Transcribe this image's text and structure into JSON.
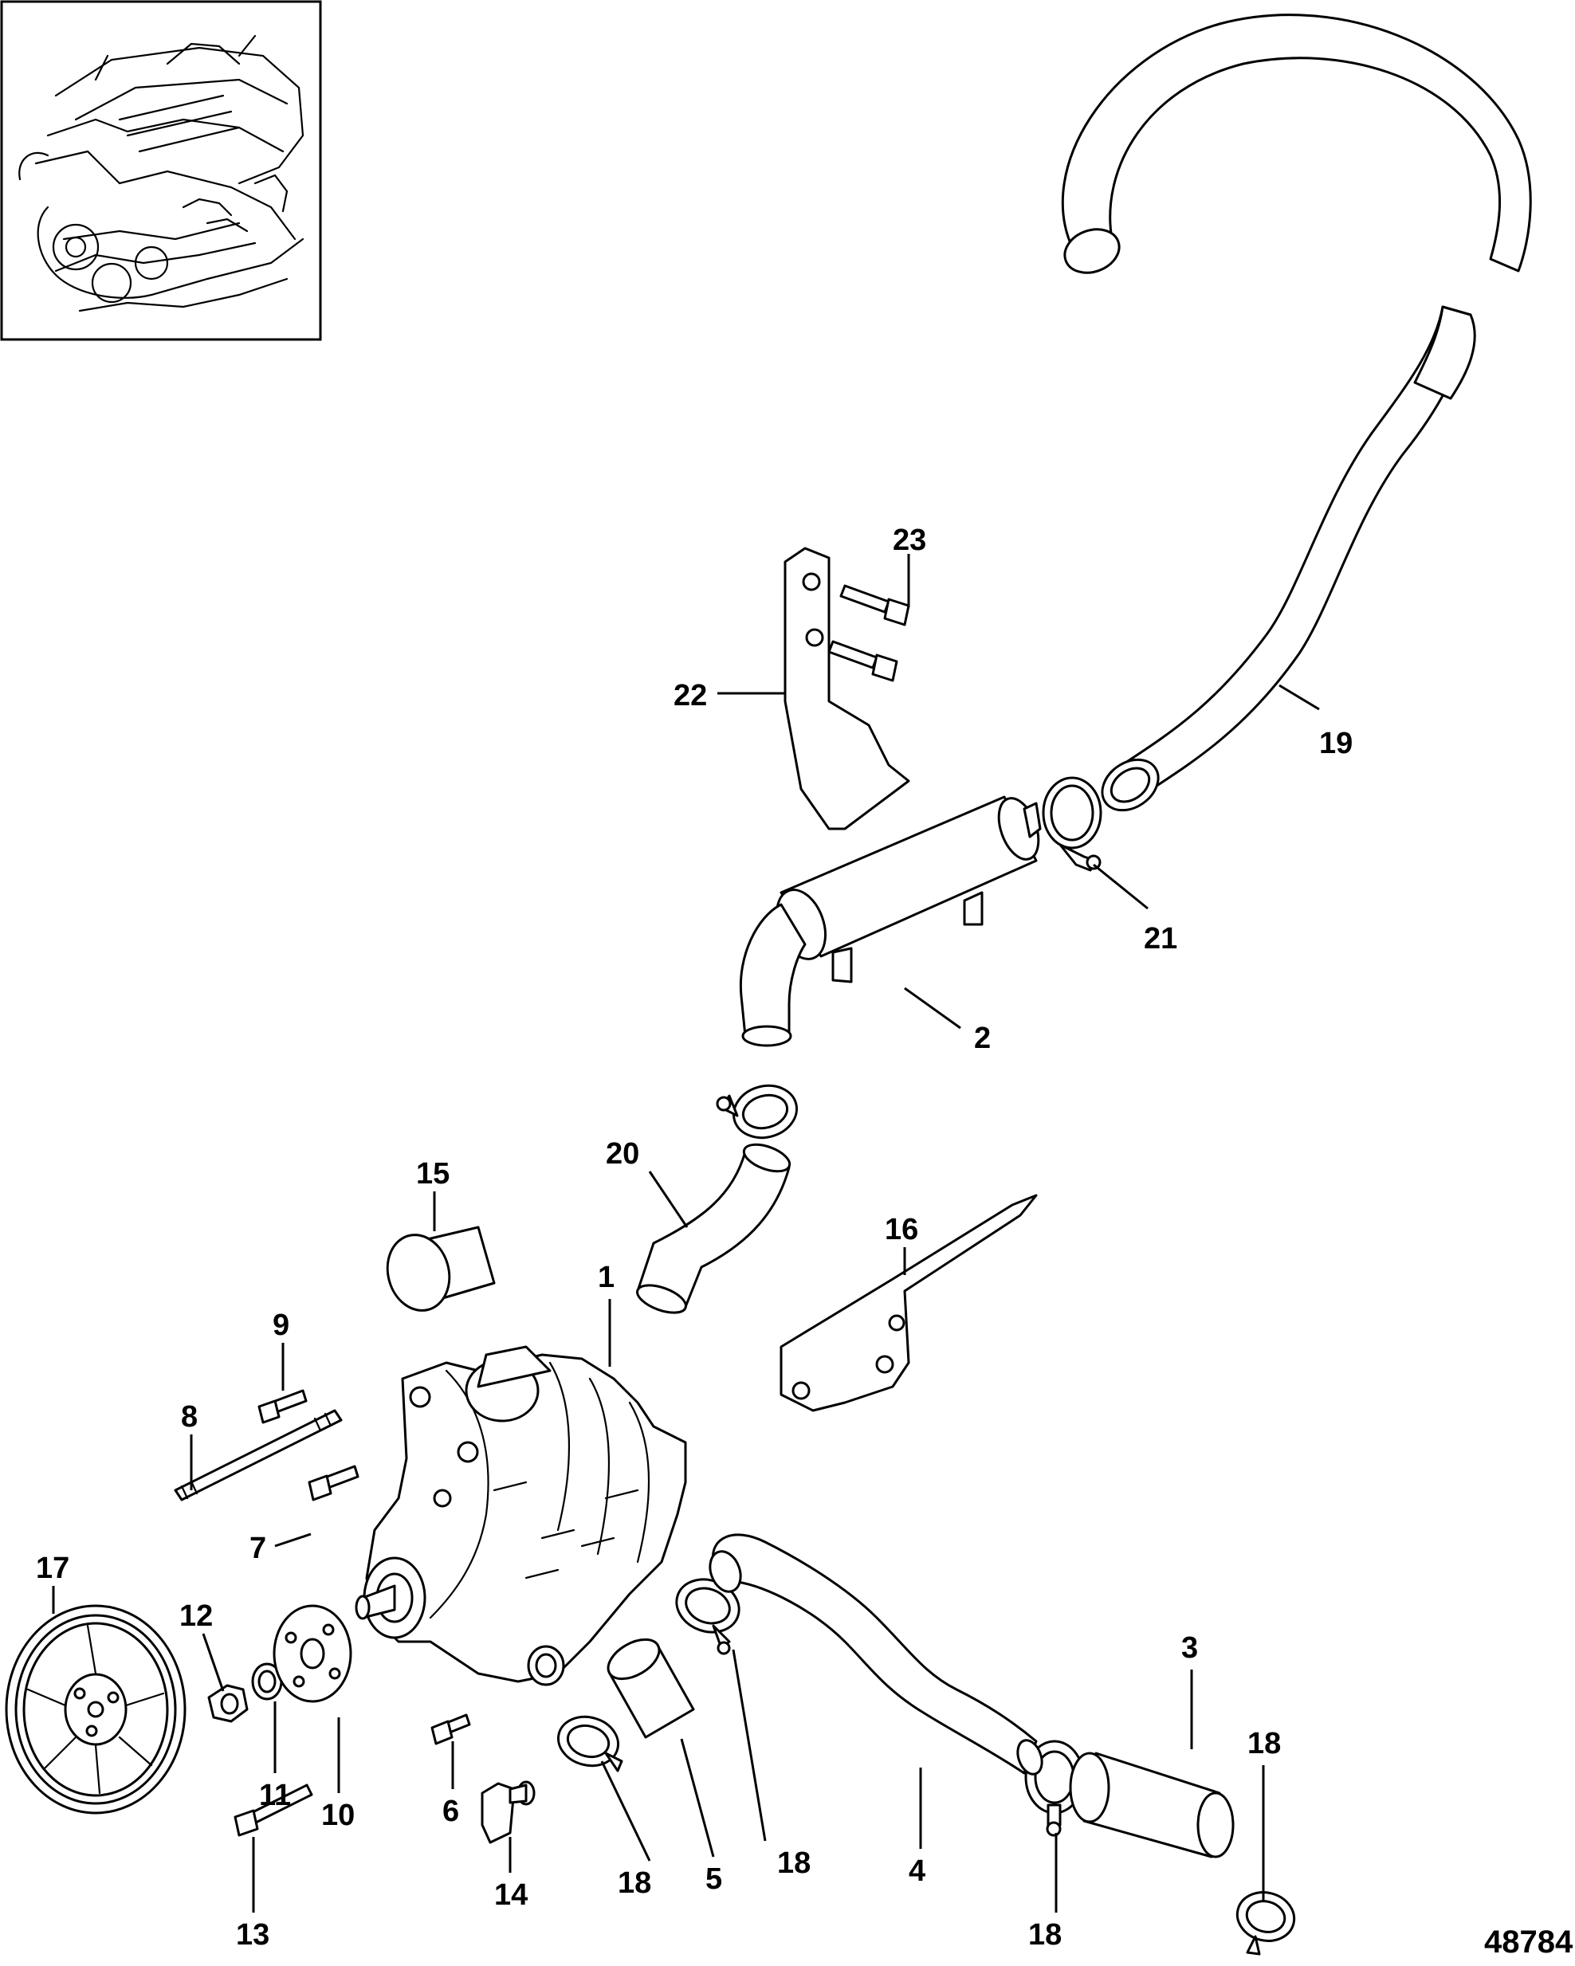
{
  "figure_number": "48784",
  "callouts": [
    {
      "id": "c1",
      "label": "1"
    },
    {
      "id": "c2",
      "label": "2"
    },
    {
      "id": "c3",
      "label": "3"
    },
    {
      "id": "c4",
      "label": "4"
    },
    {
      "id": "c5",
      "label": "5"
    },
    {
      "id": "c6",
      "label": "6"
    },
    {
      "id": "c7",
      "label": "7"
    },
    {
      "id": "c8",
      "label": "8"
    },
    {
      "id": "c9",
      "label": "9"
    },
    {
      "id": "c10",
      "label": "10"
    },
    {
      "id": "c11",
      "label": "11"
    },
    {
      "id": "c12",
      "label": "12"
    },
    {
      "id": "c13",
      "label": "13"
    },
    {
      "id": "c14",
      "label": "14"
    },
    {
      "id": "c15",
      "label": "15"
    },
    {
      "id": "c16",
      "label": "16"
    },
    {
      "id": "c17",
      "label": "17"
    },
    {
      "id": "c18a",
      "label": "18"
    },
    {
      "id": "c18b",
      "label": "18"
    },
    {
      "id": "c18c",
      "label": "18"
    },
    {
      "id": "c18d",
      "label": "18"
    },
    {
      "id": "c19",
      "label": "19"
    },
    {
      "id": "c20",
      "label": "20"
    },
    {
      "id": "c21",
      "label": "21"
    },
    {
      "id": "c22",
      "label": "22"
    },
    {
      "id": "c23",
      "label": "23"
    }
  ]
}
